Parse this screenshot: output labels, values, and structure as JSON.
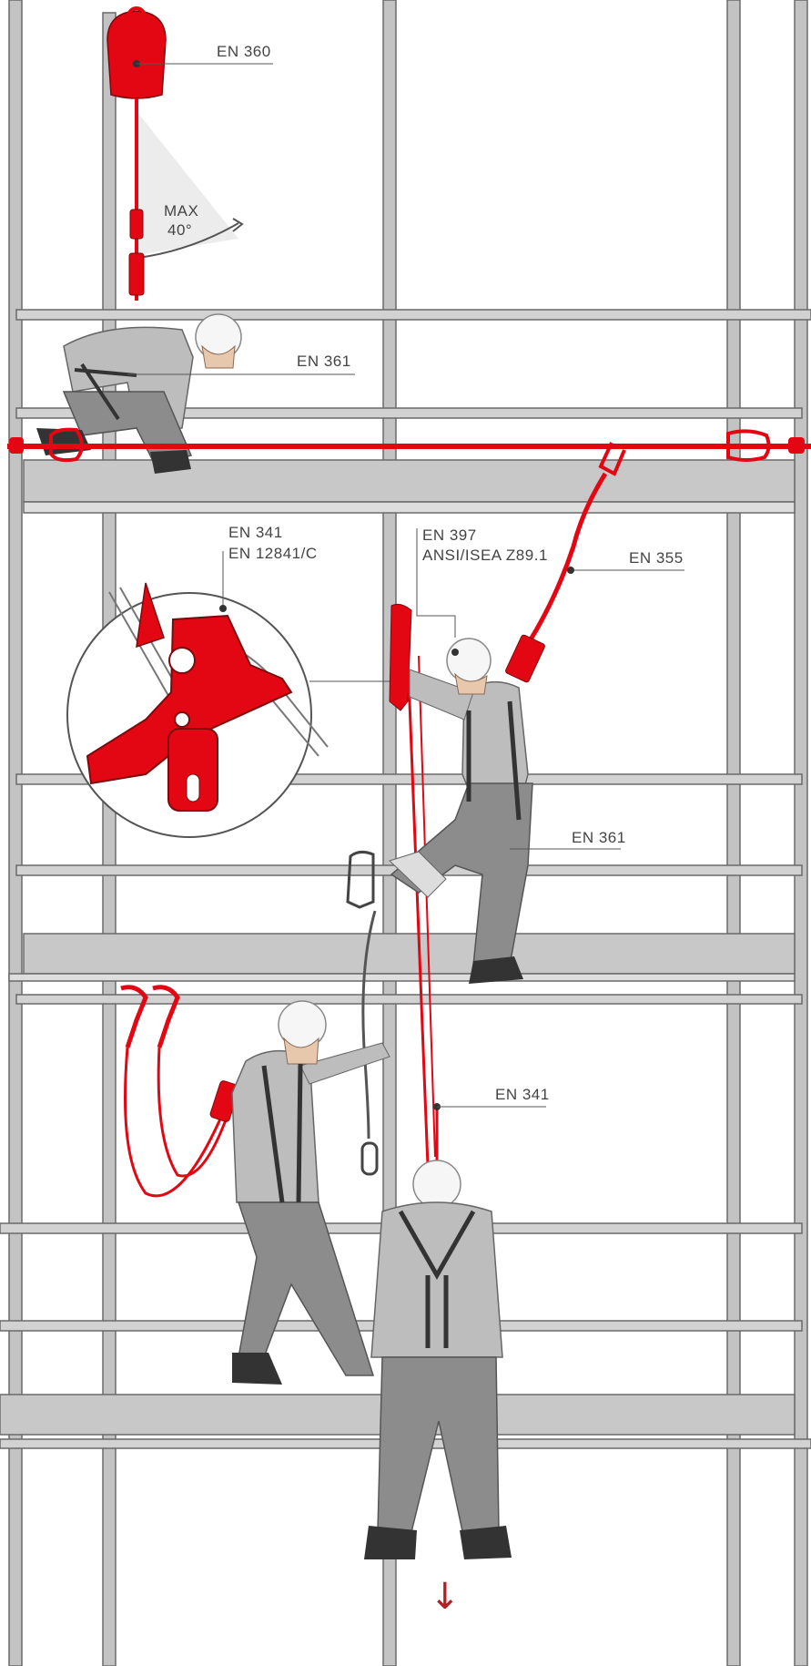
{
  "labels": {
    "retractable": "EN 360",
    "max_angle_line1": "MAX",
    "max_angle_line2": "40°",
    "harness_top": "EN 361",
    "rope_grab_line1": "EN 341",
    "rope_grab_line2": "EN 12841/C",
    "helmet_line1": "EN 397",
    "helmet_line2": "ANSI/ISEA Z89.1",
    "energy_absorber": "EN 355",
    "harness_middle": "EN 361",
    "descender": "EN 341"
  },
  "icons": {
    "descent_direction": "arrow-down-icon"
  },
  "colors": {
    "safety_red": "#e30613",
    "dark_red": "#b21f24",
    "scaffold_grey": "#c3c3c3",
    "scaffold_outline": "#6a6a6a",
    "workwear_grey": "#8c8c8c",
    "shirt_grey": "#bdbdbd",
    "label_grey": "#444444"
  }
}
